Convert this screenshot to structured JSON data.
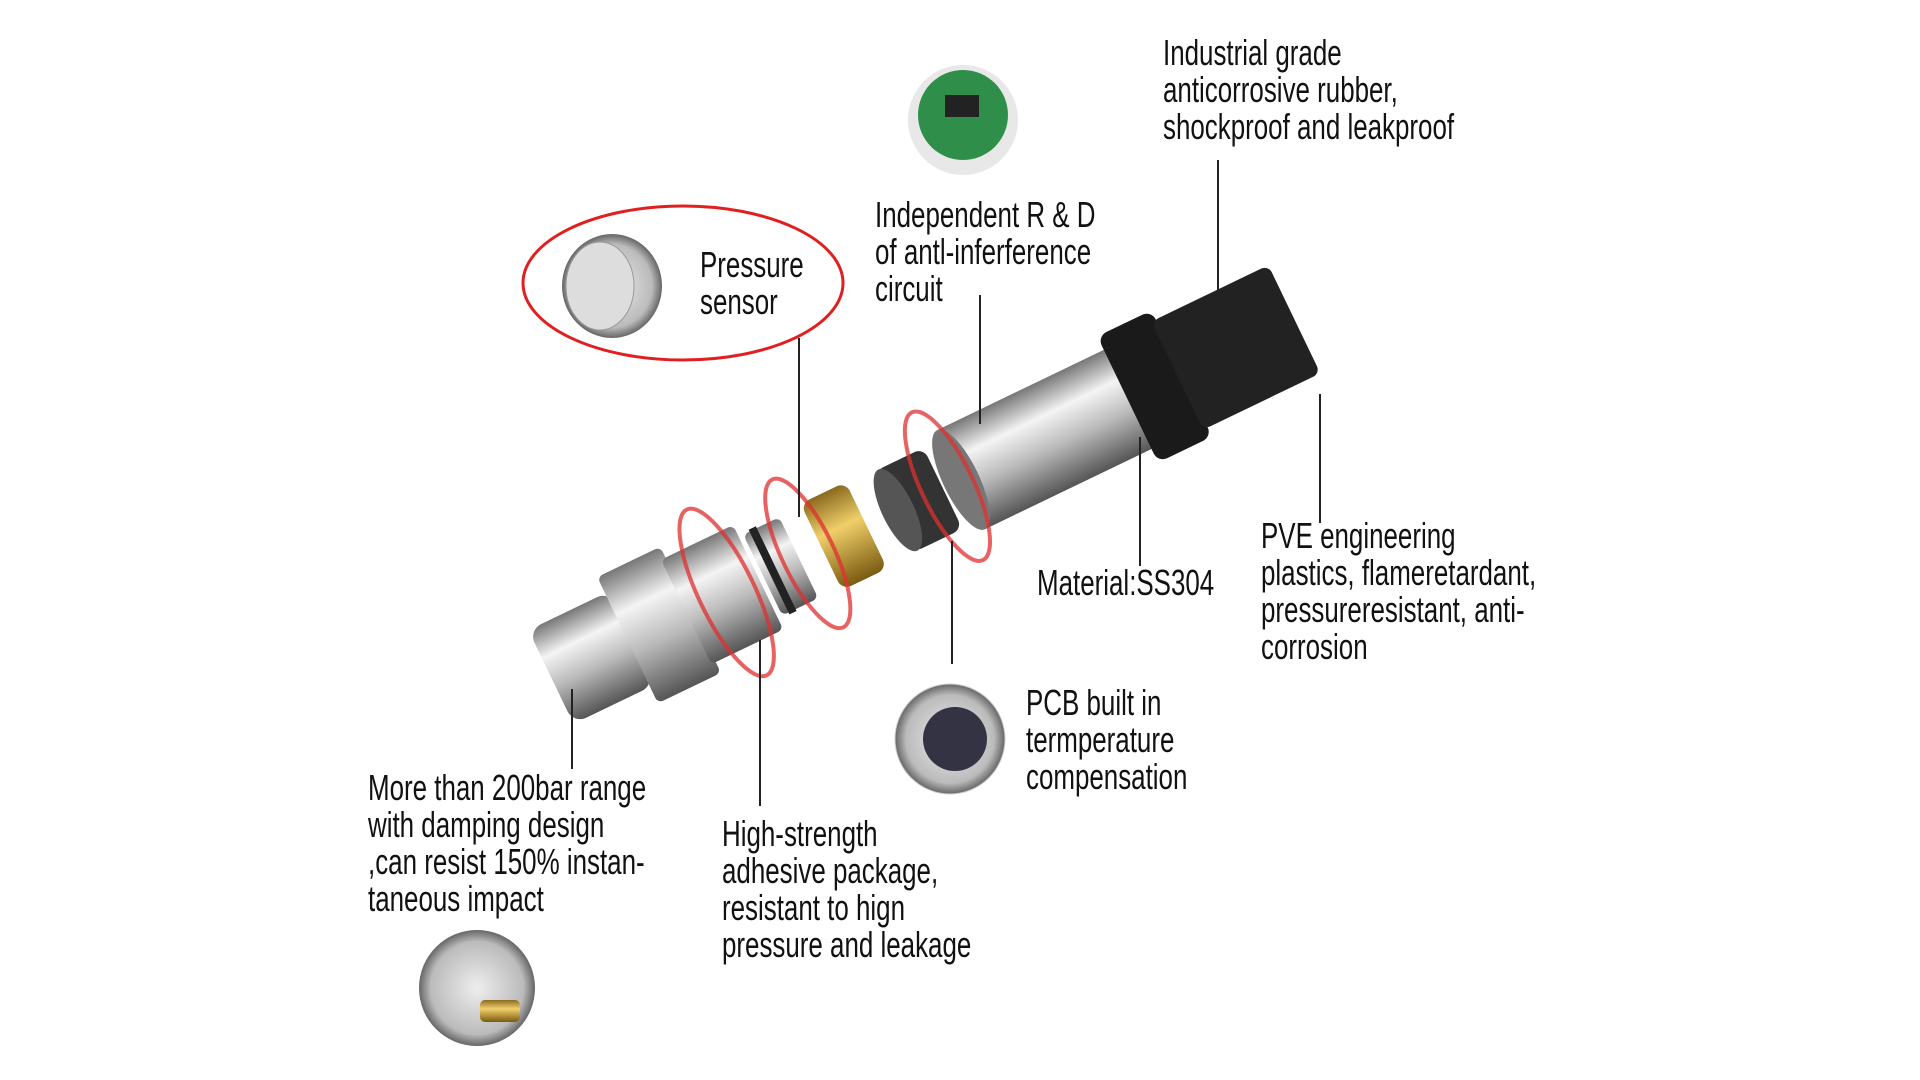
{
  "callouts": {
    "rubber": [
      "Industrial grade",
      "anticorrosive rubber,",
      "shockproof and leakproof"
    ],
    "circuit": [
      "Independent R & D",
      "of antl-inferference",
      "circuit"
    ],
    "sensor": [
      "Pressure",
      "sensor"
    ],
    "material": [
      "Material:SS304"
    ],
    "plastics": [
      "PVE engineering",
      "plastics, flameretardant,",
      "pressureresistant, anti-",
      "corrosion"
    ],
    "pcb": [
      "PCB built in",
      "termperature",
      "compensation"
    ],
    "range": [
      "More than 200bar range",
      "with damping design",
      ",can resist 150% instan-",
      "taneous impact"
    ],
    "adhesive": [
      "High-strength",
      "adhesive package,",
      "resistant to hign",
      "pressure and leakage"
    ]
  },
  "colors": {
    "highlight": "#e02020",
    "text": "#111111"
  }
}
